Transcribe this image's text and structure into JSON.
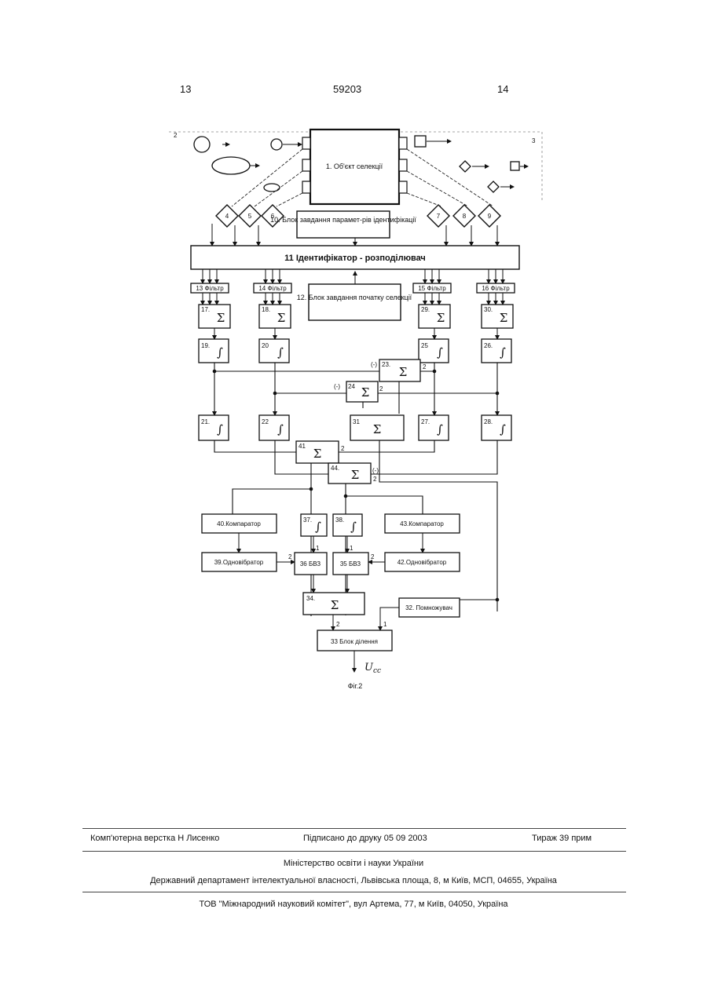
{
  "header": {
    "page_left": "13",
    "patent_number": "59203",
    "page_right": "14"
  },
  "diagram": {
    "labels": {
      "in": "2",
      "out": "3",
      "b1": "1. Об'єкт селекції",
      "d4": "4",
      "d5": "5",
      "d6": "6",
      "d7": "7",
      "d8": "8",
      "d9": "9",
      "b10": "10. Блок завдання парамет-рів ідентифікації",
      "b11": "11 Ідентифікатор - розподілювач",
      "b12": "12. Блок завдання початку селекції",
      "f13": "13 Фільтр",
      "f14": "14 Фільтр",
      "f15": "15 Фільтр",
      "f16": "16 Фільтр",
      "s17": "17.",
      "s18": "18.",
      "s29": "29.",
      "s30": "30.",
      "i19": "19.",
      "i20": "20",
      "i25": "25",
      "i26": "26.",
      "s23": "23.",
      "s24": "24",
      "i21": "21.",
      "i22": "22",
      "s31": "31",
      "i27": "27.",
      "i28": "28.",
      "s41": "41",
      "s44": "44.",
      "c40": "40.Компаратор",
      "i37": "37.",
      "i38": "38.",
      "c43": "43.Компаратор",
      "m39": "39.Одновібратор",
      "k36": "36 БВЗ",
      "k35": "35 БВЗ",
      "m42": "42.Одновібратор",
      "s34": "34.",
      "p32": "32. Помножувач",
      "d33": "33 Блок ділення",
      "sigma": "Σ",
      "integral": "∫",
      "output": "U",
      "output_sub": "сс",
      "fig": "Фіг.2",
      "p1": "1",
      "p2": "2",
      "pm": "(-)"
    }
  },
  "footer": {
    "layout": "Комп'ютерна верстка Н  Лисенко",
    "signed": "Підписано до друку 05 09 2003",
    "copies": "Тираж 39 прим",
    "ministry": "Міністерство освіти і науки України",
    "department": "Державний департамент інтелектуальної власності, Львівська площа, 8, м  Київ, МСП, 04655, Україна",
    "company": "ТОВ \"Міжнародний науковий комітет\", вул  Артема, 77, м  Київ, 04050, Україна"
  }
}
